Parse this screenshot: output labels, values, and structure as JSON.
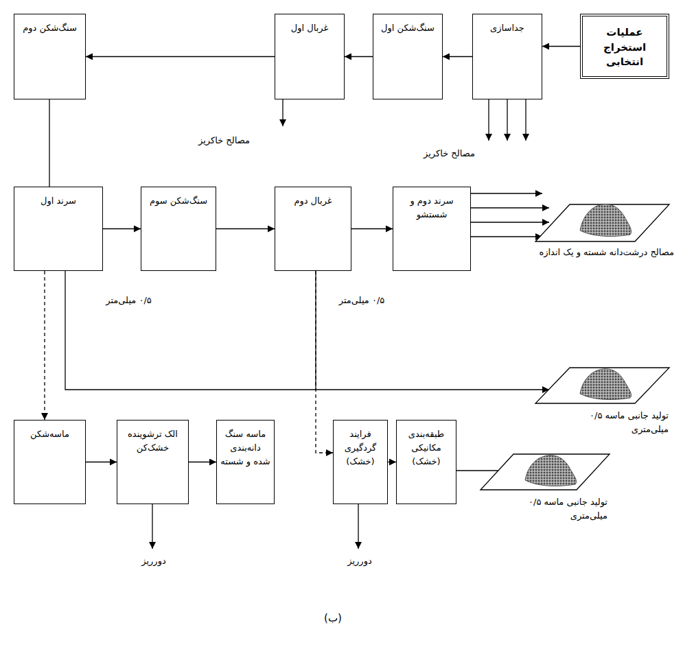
{
  "diagram": {
    "caption": "(ب)",
    "nodes": [
      {
        "text": [
          "عملیات استخراج انتخابی"
        ]
      },
      {
        "text": [
          "جداسازی"
        ]
      },
      {
        "text": [
          "سنگ‌شکن اول"
        ]
      },
      {
        "text": [
          "غربال اول"
        ]
      },
      {
        "text": [
          "سنگ‌شکن دوم"
        ]
      },
      {
        "text": [
          "سرند دوم و شستشو"
        ]
      },
      {
        "text": [
          "غربال دوم"
        ]
      },
      {
        "text": [
          "سنگ‌شکن سوم"
        ]
      },
      {
        "text": [
          "سرند اول"
        ]
      },
      {
        "text": [
          "طبقه‌بندی مکانیکی (خشک)"
        ]
      },
      {
        "text": [
          "فرایند گردگیری (خشک)"
        ]
      },
      {
        "text": [
          "ماسه سنگ دانه‌بندی شده و شسته"
        ]
      },
      {
        "text": [
          "الک ترشوینده خشک‌کن"
        ]
      },
      {
        "text": [
          "ماسه‌شکن"
        ]
      }
    ],
    "edges": [
      {
        "from": 0,
        "to": 1,
        "arrow": "to"
      },
      {
        "from": 1,
        "to": 2,
        "arrow": "to"
      },
      {
        "from": 2,
        "to": 3,
        "arrow": "to"
      },
      {
        "from": 3,
        "to": 4,
        "arrow": "to"
      },
      {
        "from": 4,
        "to": 8,
        "arrow": "none"
      },
      {
        "from": 8,
        "to": 7,
        "arrow": "to"
      },
      {
        "from": 7,
        "to": 6,
        "arrow": "to"
      },
      {
        "from": 6,
        "to": 5,
        "arrow": "to"
      },
      {
        "from": 8,
        "to": 13,
        "arrow": "to"
      },
      {
        "from": 13,
        "to": 12,
        "arrow": "to"
      },
      {
        "from": 12,
        "to": 11,
        "arrow": "to"
      },
      {
        "from": 6,
        "to": 10,
        "arrow": "to"
      },
      {
        "from": 10,
        "to": 9,
        "arrow": "to"
      }
    ],
    "labels": [
      "مصالح خاکریز",
      "مصالح خاکریز",
      "مصالح درشت‌دانه شسته و یک اندازه",
      "۰/۵ میلی‌متر",
      "۰/۵ میلی‌متر",
      "تولید جانبی ماسه ۰/۵ میلی‌متری",
      "تولید جانبی ماسه ۰/۵ میلی‌متری",
      "دورریز",
      "دورریز"
    ]
  }
}
